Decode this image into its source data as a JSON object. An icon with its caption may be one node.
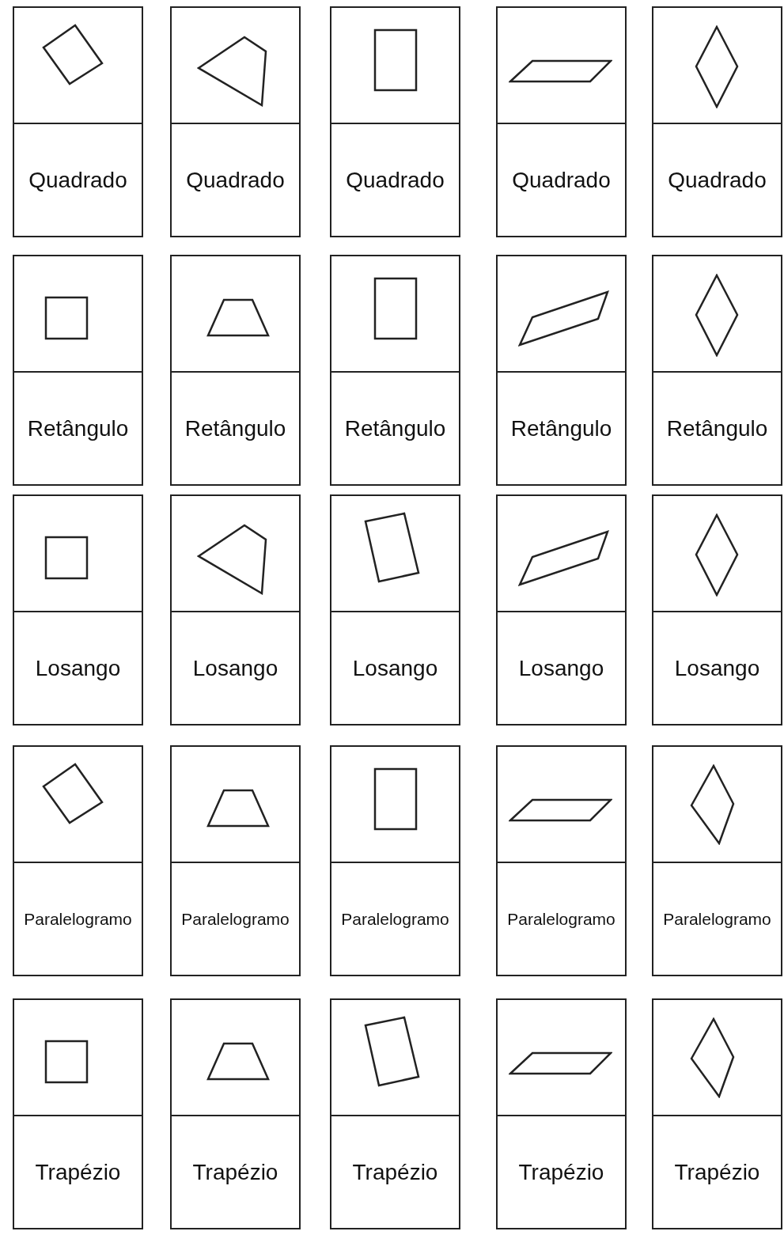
{
  "diagram": {
    "nodes": [
      {
        "text": [
          "Quadrado"
        ]
      },
      {
        "text": [
          "Quadrado"
        ]
      },
      {
        "text": [
          "Quadrado"
        ]
      },
      {
        "text": [
          "Quadrado"
        ]
      },
      {
        "text": [
          "Quadrado"
        ]
      },
      {
        "text": [
          "Retângulo"
        ]
      },
      {
        "text": [
          "Retângulo"
        ]
      },
      {
        "text": [
          "Retângulo"
        ]
      },
      {
        "text": [
          "Retângulo"
        ]
      },
      {
        "text": [
          "Retângulo"
        ]
      },
      {
        "text": [
          "Losango"
        ]
      },
      {
        "text": [
          "Losango"
        ]
      },
      {
        "text": [
          "Losango"
        ]
      },
      {
        "text": [
          "Losango"
        ]
      },
      {
        "text": [
          "Losango"
        ]
      },
      {
        "text": [
          "Paralelogramo"
        ]
      },
      {
        "text": [
          "Paralelogramo"
        ]
      },
      {
        "text": [
          "Paralelogramo"
        ]
      },
      {
        "text": [
          "Paralelogramo"
        ]
      },
      {
        "text": [
          "Paralelogramo"
        ]
      },
      {
        "text": [
          "Trapézio"
        ]
      },
      {
        "text": [
          "Trapézio"
        ]
      },
      {
        "text": [
          "Trapézio"
        ]
      },
      {
        "text": [
          "Trapézio"
        ]
      },
      {
        "text": [
          "Trapézio"
        ]
      }
    ]
  }
}
